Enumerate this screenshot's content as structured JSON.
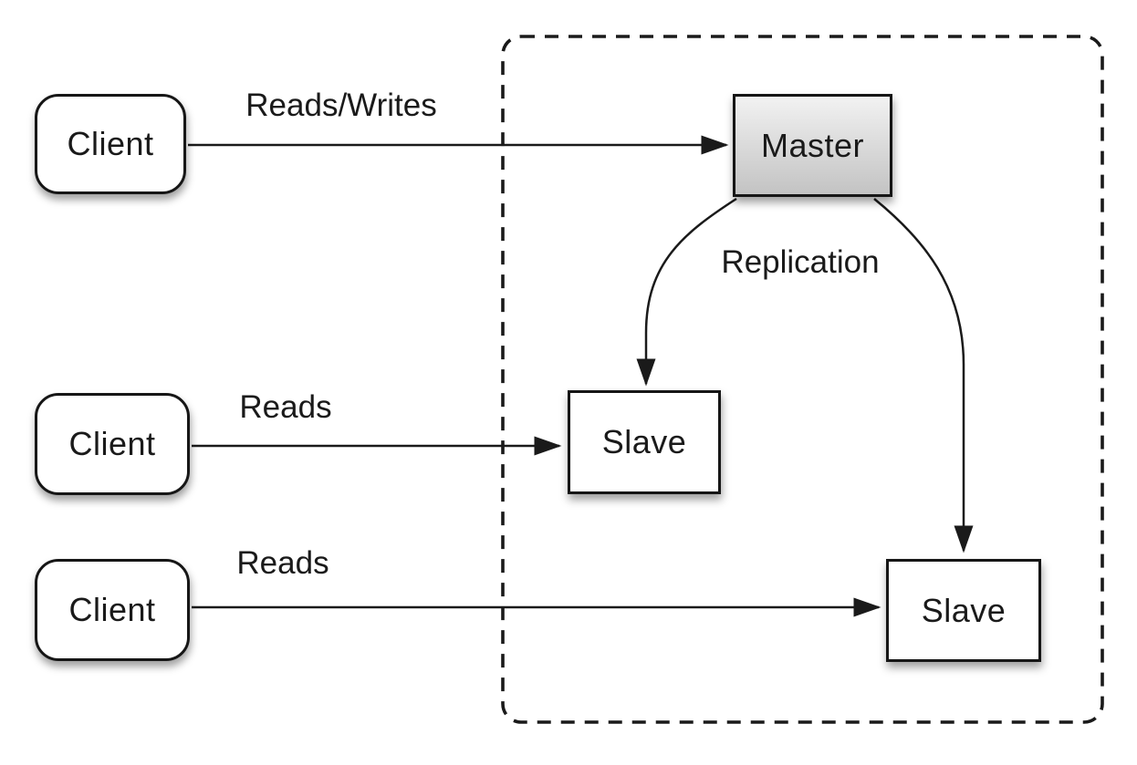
{
  "diagram": {
    "type": "architecture-diagram",
    "topic": "database master-slave replication",
    "nodes": {
      "client1": {
        "label": "Client"
      },
      "client2": {
        "label": "Client"
      },
      "client3": {
        "label": "Client"
      },
      "master": {
        "label": "Master"
      },
      "slave1": {
        "label": "Slave"
      },
      "slave2": {
        "label": "Slave"
      }
    },
    "edges": {
      "reads_writes": {
        "label": "Reads/Writes",
        "from": "client1",
        "to": "master"
      },
      "reads_mid": {
        "label": "Reads",
        "from": "client2",
        "to": "slave1"
      },
      "reads_bottom": {
        "label": "Reads",
        "from": "client3",
        "to": "slave2"
      },
      "replication": {
        "label": "Replication",
        "from": "master",
        "to": "slave1 and slave2"
      }
    },
    "colors": {
      "line": "#1a1a1a",
      "node_border": "#161616",
      "node_fill": "#ffffff",
      "master_gradient_top": "#f2f2f2",
      "master_gradient_bottom": "#c3c3c3",
      "background": "#ffffff"
    }
  }
}
